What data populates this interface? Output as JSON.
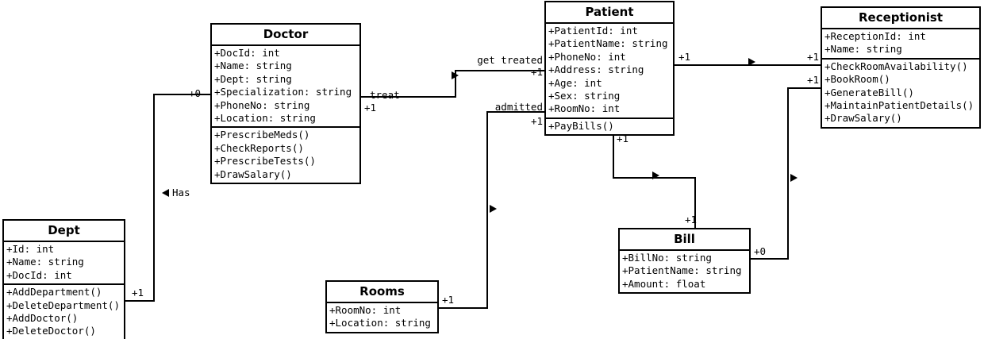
{
  "diagram": {
    "type": "uml-class-diagram",
    "title": "Hospital Management System Class Diagram",
    "background": "#ffffff",
    "line_color": "#000000"
  },
  "classes": [
    {
      "id": "doctor",
      "name": "Doctor",
      "attributes": [
        "+DocId: int",
        "+Name: string",
        "+Dept: string",
        "+Specialization: string",
        "+PhoneNo: string",
        "+Location: string"
      ],
      "methods": [
        "+PrescribeMeds()",
        "+CheckReports()",
        "+PrescribeTests()",
        "+DrawSalary()"
      ]
    },
    {
      "id": "patient",
      "name": "Patient",
      "attributes": [
        "+PatientId: int",
        "+PatientName: string",
        "+PhoneNo: int",
        "+Address: string",
        "+Age: int",
        "+Sex: string",
        "+RoomNo: int"
      ],
      "methods": [
        "+PayBills()"
      ]
    },
    {
      "id": "receptionist",
      "name": "Receptionist",
      "attributes": [
        "+ReceptionId: int",
        "+Name: string"
      ],
      "methods": [
        "+CheckRoomAvailability()",
        "+BookRoom()",
        "+GenerateBill()",
        "+MaintainPatientDetails()",
        "+DrawSalary()"
      ]
    },
    {
      "id": "dept",
      "name": "Dept",
      "attributes": [
        "+Id: int",
        "+Name: string",
        "+DocId: int"
      ],
      "methods": [
        "+AddDepartment()",
        "+DeleteDepartment()",
        "+AddDoctor()",
        "+DeleteDoctor()"
      ]
    },
    {
      "id": "rooms",
      "name": "Rooms",
      "attributes": [
        "+RoomNo: int",
        "+Location: string"
      ],
      "methods": []
    },
    {
      "id": "bill",
      "name": "Bill",
      "attributes": [
        "+BillNo: string",
        "+PatientName: string",
        "+Amount: float"
      ],
      "methods": []
    }
  ],
  "relationships": [
    {
      "id": "dept-doctor",
      "from": "dept",
      "to": "doctor",
      "label": "Has",
      "from_multiplicity": "+1",
      "to_multiplicity": "+0"
    },
    {
      "id": "doctor-patient",
      "from": "doctor",
      "to": "patient",
      "label_from": "treat",
      "label_to": "get treated",
      "from_multiplicity": "+1",
      "to_multiplicity": "+1"
    },
    {
      "id": "patient-rooms",
      "from": "patient",
      "to": "rooms",
      "label": "admitted",
      "from_multiplicity": "+1",
      "to_multiplicity": "+1"
    },
    {
      "id": "patient-receptionist",
      "from": "patient",
      "to": "receptionist",
      "label": "",
      "from_multiplicity": "+1",
      "to_multiplicity": "+1"
    },
    {
      "id": "patient-bill",
      "from": "patient",
      "to": "bill",
      "label": "",
      "from_multiplicity": "+1",
      "to_multiplicity": "+1"
    },
    {
      "id": "bill-receptionist",
      "from": "bill",
      "to": "receptionist",
      "label": "",
      "from_multiplicity": "+0",
      "to_multiplicity": "+1"
    }
  ],
  "edge_text": {
    "has": "Has",
    "treat": "treat",
    "get_treated": "get treated",
    "admitted": "admitted",
    "m_dept_right": "+1",
    "m_doctor_left": "+0",
    "m_doctor_right": "+1",
    "m_patient_left_treated": "+1",
    "m_patient_left_admitted": "+1",
    "m_rooms_right": "+1",
    "m_patient_right": "+1",
    "m_receptionist_left_top": "+1",
    "m_receptionist_left_bottom": "+1",
    "m_patient_bottom": "+1",
    "m_bill_top": "+1",
    "m_bill_right": "+0"
  }
}
